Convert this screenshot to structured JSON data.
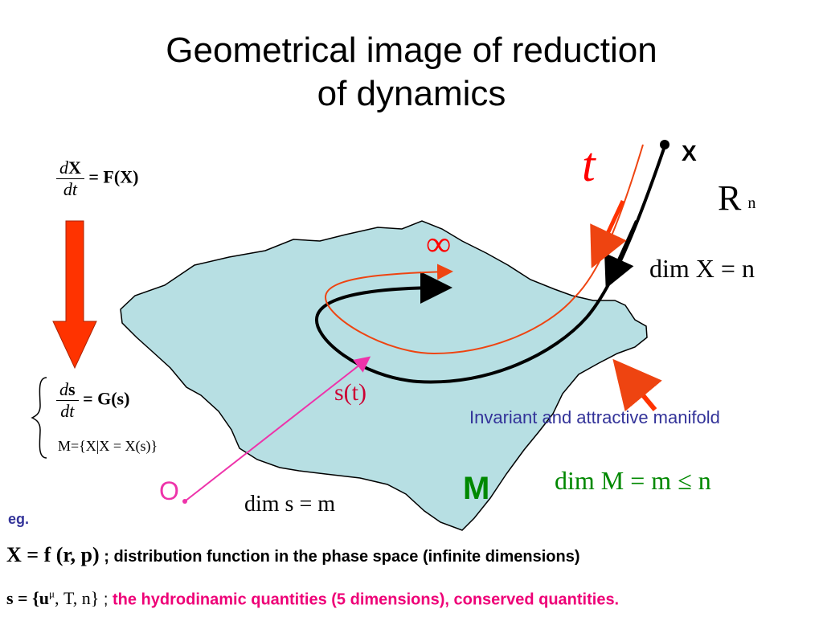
{
  "title": {
    "line1": "Geometrical image of reduction",
    "line2": "of dynamics"
  },
  "equations": {
    "ode_num_d": "d",
    "ode_num_X": "X",
    "ode_den": "dt",
    "ode_rhs": "= F(X)",
    "red_num_d": "d",
    "red_num_s": "s",
    "red_den": "dt",
    "red_rhs": "= G(s)",
    "manifold_def": "M={X|X = X(s)}",
    "dim_X": "dim X = n",
    "dim_M": "dim M = m ≤ n",
    "dim_s": "dim s = m",
    "s_t": "s(t)"
  },
  "labels": {
    "t": "t",
    "X_point": "X",
    "R": "R",
    "n_sup": "n",
    "infinity": "∞",
    "invariant": "Invariant and attractive manifold",
    "M": "M",
    "origin": "O",
    "eg": "eg."
  },
  "examples": {
    "x_formula": "X = f (r, p)",
    "x_text": "; distribution function in the phase space (infinite dimensions)",
    "s_formula": "s = {u",
    "s_formula_sup": "μ",
    "s_formula_tail": ", T, n}",
    "s_sep": ";",
    "s_text": "the hydrodinamic quantities (5 dimensions), conserved quantities."
  },
  "colors": {
    "manifold_fill": "#b7dfe3",
    "red_arrow": "#ff3300",
    "orange_curve": "#ee4411",
    "pink": "#ee33aa",
    "t_red": "#ff0000",
    "green": "#008800",
    "blue_text": "#333399",
    "magenta_text": "#ee0077",
    "s_t_color": "#cc0033"
  }
}
